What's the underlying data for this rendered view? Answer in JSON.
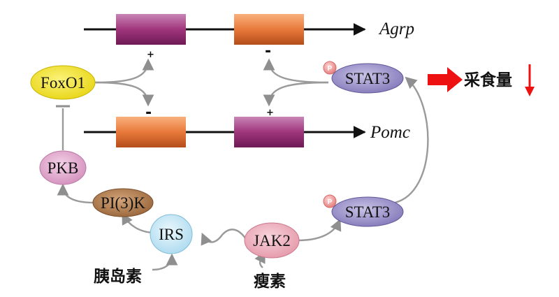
{
  "genes": {
    "top": "Agrp",
    "bottom": "Pomc"
  },
  "nodes": {
    "foxo1": "FoxO1",
    "pkb": "PKB",
    "pi3k": "PI(3)K",
    "irs": "IRS",
    "jak2": "JAK2",
    "stat3_top": "STAT3",
    "stat3_bottom": "STAT3"
  },
  "signs": {
    "foxo1_to_agrp": "+",
    "foxo1_to_pomc": "-",
    "stat3_to_agrp": "-",
    "stat3_to_pomc": "+"
  },
  "phospho_badge": "P",
  "labels": {
    "insulin": "胰岛素",
    "leptin": "瘦素",
    "food_intake": "采食量"
  },
  "colors": {
    "foxo1": "#f1e11f",
    "pkb": "#e3a9cf",
    "pi3k": "#b07c4a",
    "irs": "#bfe4f3",
    "jak2": "#ecaab8",
    "stat3": "#9a91c8",
    "gene_track_purple": "#a0357c",
    "gene_track_orange": "#e8793b",
    "food_arrow": "#ee1111"
  }
}
